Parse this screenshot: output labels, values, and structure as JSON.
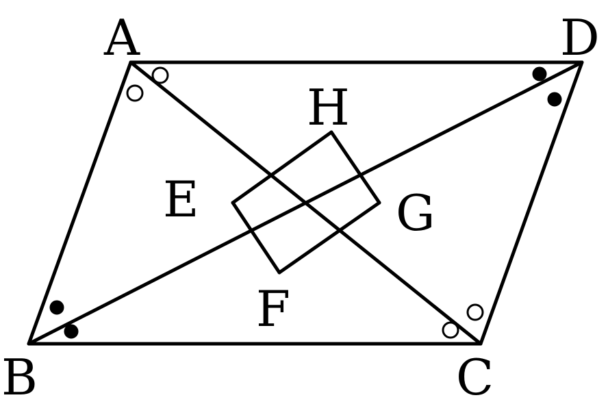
{
  "diagram": {
    "labels": {
      "A": "A",
      "B": "B",
      "C": "C",
      "D": "D",
      "E": "E",
      "F": "F",
      "G": "G",
      "H": "H"
    },
    "angle_marks": {
      "at_A": "open-circle",
      "at_C": "open-circle",
      "at_B": "filled-dot",
      "at_D": "filled-dot"
    },
    "colors": {
      "stroke": "#000000",
      "background": "#ffffff"
    }
  }
}
